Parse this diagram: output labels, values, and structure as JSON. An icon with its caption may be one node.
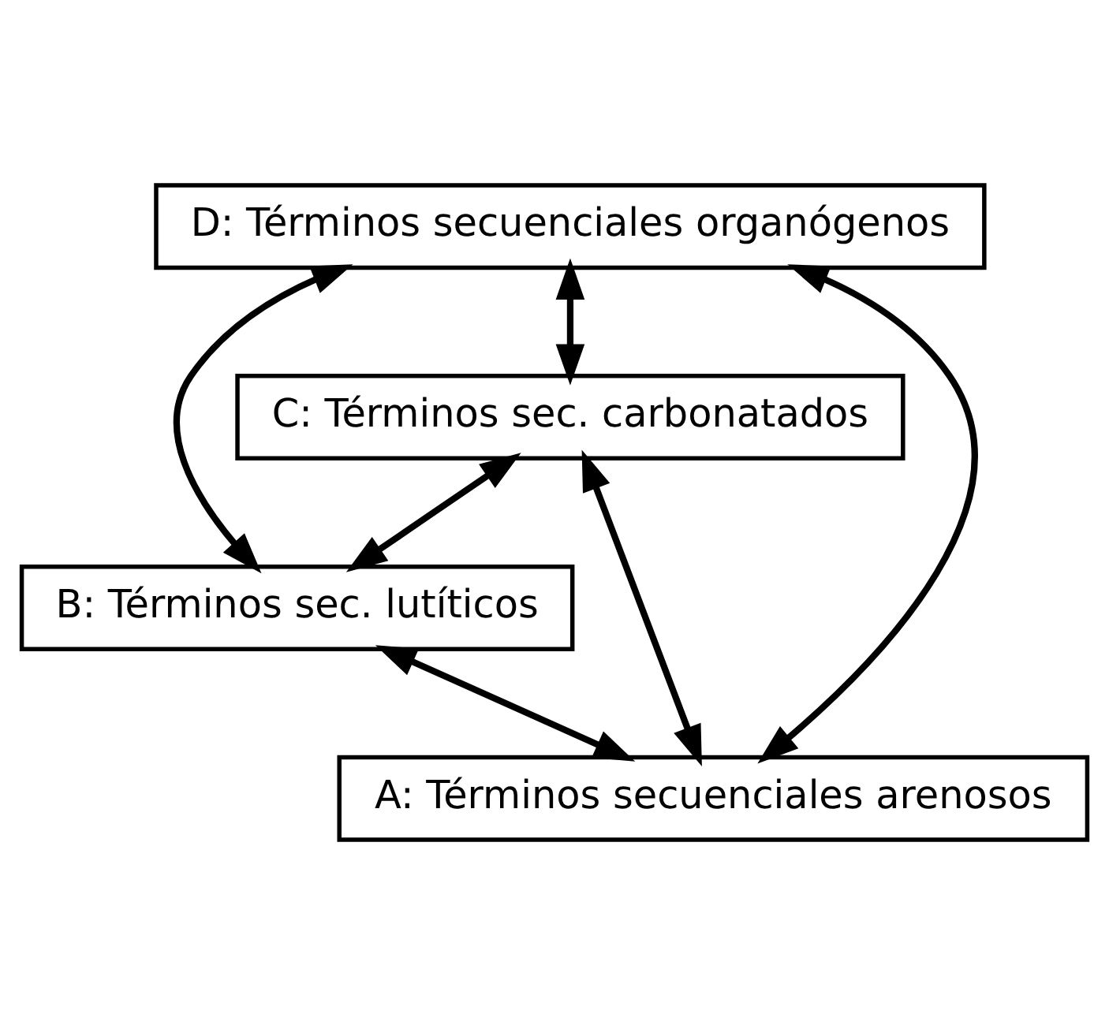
{
  "diagram": {
    "nodes": [
      {
        "text": [
          "D: Términos secuenciales organógenos"
        ]
      },
      {
        "text": [
          "C: Términos sec. carbonatados"
        ]
      },
      {
        "text": [
          "B: Términos sec. lutíticos"
        ]
      },
      {
        "text": [
          "A: Términos secuenciales arenosos"
        ]
      }
    ],
    "edges": [
      {
        "from": 0,
        "to": 2,
        "arrow": "both"
      },
      {
        "from": 0,
        "to": 1,
        "arrow": "both"
      },
      {
        "from": 0,
        "to": 3,
        "arrow": "both"
      },
      {
        "from": 1,
        "to": 2,
        "arrow": "both"
      },
      {
        "from": 1,
        "to": 3,
        "arrow": "both"
      },
      {
        "from": 2,
        "to": 3,
        "arrow": "both"
      }
    ]
  }
}
